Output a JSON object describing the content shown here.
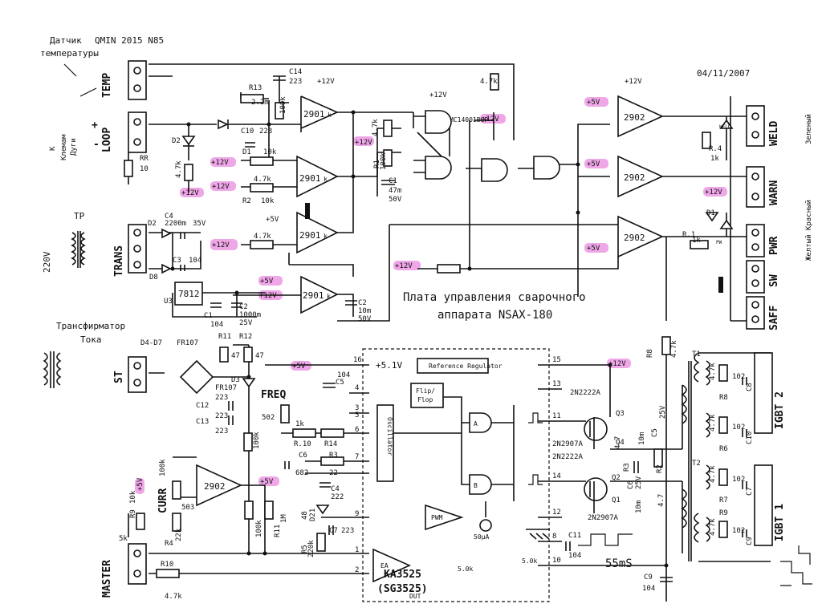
{
  "title": {
    "line1": "Плата управления сварочного",
    "line2": "аппарата NSAX-180"
  },
  "date": "04/11/2007",
  "model": "QMIN 2015 N85",
  "annotations": {
    "temp_sensor": [
      "Датчик",
      "температуры"
    ],
    "to_arc_terminals": [
      "К",
      "Клемам",
      "Дуги"
    ],
    "plus": "+",
    "minus": "-",
    "tp": "TP",
    "v220": "220V",
    "current_transformer": [
      "Трансфирматор",
      "Тока"
    ],
    "green": "Зеленый",
    "red_yellow": "Желтый Красный",
    "time": "55mS"
  },
  "connectors": [
    "TEMP",
    "LOOP",
    "TRANS",
    "ST",
    "FREQ",
    "CURR",
    "MASTER",
    "WELD",
    "WARN",
    "PWR",
    "SW",
    "SAFF",
    "IGBT 2",
    "IGBT 1"
  ],
  "opamps": {
    "chip": "2901",
    "chip2": "2902",
    "sub": "k"
  },
  "nand": "MC14001BCP",
  "regulator": "7812",
  "ic": {
    "name": "KA3525",
    "alt": "(SG3525)",
    "dut": "DUT",
    "ref_reg": "Reference Regulator",
    "flipflop": "Flip/ Flop",
    "oscillator": "Oscillator",
    "pwm": "PWM",
    "ea": "EA",
    "v51": "+5.1V",
    "i50": "50μA",
    "r5k_a": "5.0k",
    "r5k_b": "5.0k",
    "gate_a": "A",
    "gate_b": "B",
    "pins": [
      "16",
      "4",
      "3",
      "5",
      "6",
      "7",
      "9",
      "1",
      "2",
      "15",
      "13",
      "11",
      "14",
      "12",
      "8",
      "10"
    ]
  },
  "supplies": {
    "p12": "+12V",
    "p5": "+5V"
  },
  "components": {
    "R13": "R13",
    "v22m": "2.2m",
    "C14": "C14",
    "v223": "223",
    "v100k": "100k",
    "C10": "C10",
    "D1": "D1",
    "v10k": "10k",
    "v47k": "4.7k",
    "R2": "R2",
    "R1": "R1",
    "C1": "C1",
    "v47m": "47m",
    "v50V": "50V",
    "D2": "D2",
    "RR": "RR",
    "v10": "10",
    "C4": "C4",
    "v2200m": "2200m",
    "v35V": "35V",
    "C3": "C3",
    "v104": "104",
    "D8": "D8",
    "U3": "U3",
    "C2": "C2",
    "v1000m": "1000m",
    "v25V": "25V",
    "v10m": "10m",
    "D4D7": "D4-D7",
    "FR107": "FR107",
    "R11": "R11",
    "R12": "R12",
    "v47": "47",
    "D3": "D3",
    "C12": "C12",
    "C13": "C13",
    "C5": "C5",
    "v502": "502",
    "v1k": "1k",
    "R10": "R.10",
    "R14": "R14",
    "R3": "R3",
    "v22": "22",
    "C6": "C6",
    "v682": "682",
    "v222": "222",
    "D21": "D21",
    "C7": "C7",
    "R5": "R5",
    "v220k": "220k",
    "R11b": "R11",
    "v1M": "1M",
    "R4": "R4",
    "v22k": "22k",
    "v503": "503",
    "R9": "R9",
    "v5k": "5k",
    "R10b": "R10",
    "C11": "C11",
    "C9": "C9",
    "Q1": "Q1",
    "Q2": "Q2",
    "Q3": "Q3",
    "Q4": "Q4",
    "N2222A": "2N2222A",
    "N2907A": "2N2907A",
    "R8": "R8",
    "T1": "T1",
    "T2": "T2",
    "v102": "102",
    "R6": "R6",
    "R7": "R7",
    "R9b": "R9",
    "R8b": "R8",
    "C8": "C8",
    "C10b": "C10",
    "R4b": "R.4",
    "R1b": "R.1",
    "WELD_lbl": "WELD",
    "PW_lbl": "PW",
    "v48": "48",
    "v4_7": "4.7"
  }
}
